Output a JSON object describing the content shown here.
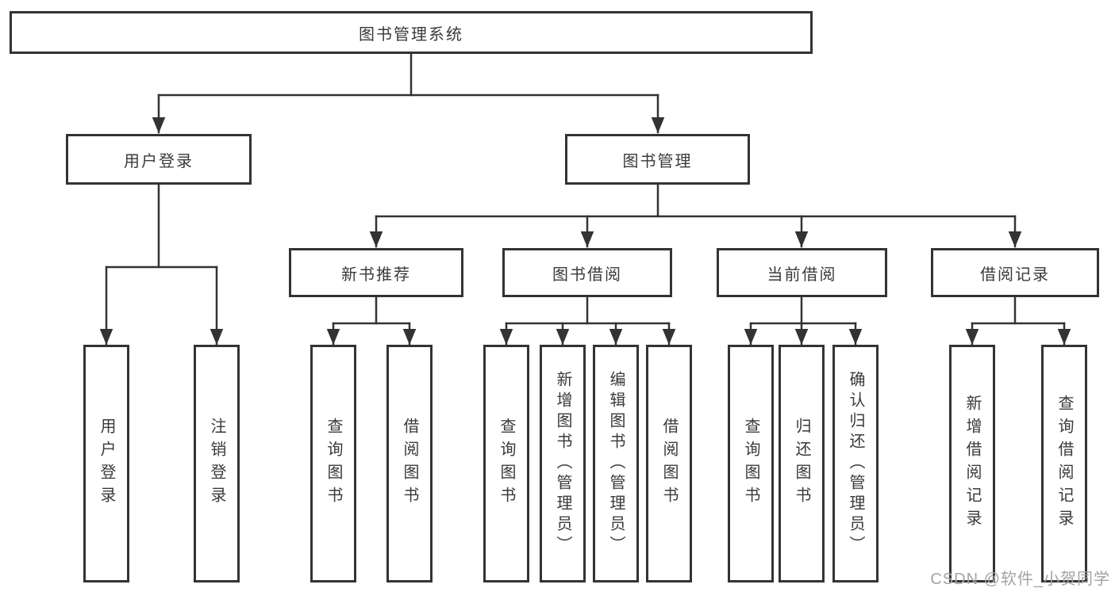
{
  "diagram": {
    "root": {
      "label": "图书管理系统"
    },
    "level2": [
      {
        "id": "user-login",
        "label": "用户登录"
      },
      {
        "id": "book-management",
        "label": "图书管理"
      }
    ],
    "level3": [
      {
        "id": "new-book-recommend",
        "parent": "图书管理",
        "label": "新书推荐"
      },
      {
        "id": "book-borrow",
        "parent": "图书管理",
        "label": "图书借阅"
      },
      {
        "id": "current-borrow",
        "parent": "图书管理",
        "label": "当前借阅"
      },
      {
        "id": "borrow-record",
        "parent": "图书管理",
        "label": "借阅记录"
      }
    ],
    "leaves": [
      {
        "parent": "用户登录",
        "label": "用户登录"
      },
      {
        "parent": "用户登录",
        "label": "注销登录"
      },
      {
        "parent": "新书推荐",
        "label": "查询图书"
      },
      {
        "parent": "新书推荐",
        "label": "借阅图书"
      },
      {
        "parent": "图书借阅",
        "label": "查询图书"
      },
      {
        "parent": "图书借阅",
        "label": "新增图书（管理员）"
      },
      {
        "parent": "图书借阅",
        "label": "编辑图书（管理员）"
      },
      {
        "parent": "图书借阅",
        "label": "借阅图书"
      },
      {
        "parent": "当前借阅",
        "label": "查询图书"
      },
      {
        "parent": "当前借阅",
        "label": "归还图书"
      },
      {
        "parent": "当前借阅",
        "label": "确认归还（管理员）"
      },
      {
        "parent": "借阅记录",
        "label": "新增借阅记录"
      },
      {
        "parent": "借阅记录",
        "label": "查询借阅记录"
      }
    ],
    "watermark": "CSDN @软件_小贺同学",
    "colors": {
      "line": "#333333",
      "box_border": "#333333",
      "box_fill": "#ffffff",
      "text": "#3a3a3a",
      "watermark": "#a3a3a3",
      "background": "#ffffff"
    }
  }
}
